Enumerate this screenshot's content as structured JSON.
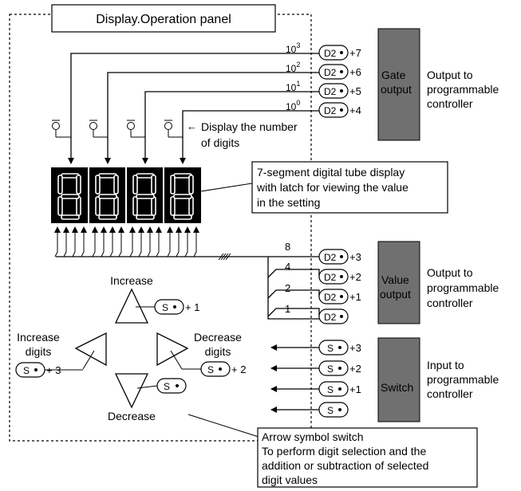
{
  "title": "Display.Operation panel",
  "powers": {
    "p3": {
      "base": "10",
      "exp": "3"
    },
    "p2": {
      "base": "10",
      "exp": "2"
    },
    "p1": {
      "base": "10",
      "exp": "1"
    },
    "p0": {
      "base": "10",
      "exp": "0"
    }
  },
  "gate_terminals": [
    {
      "label": "D2",
      "offset": "+7"
    },
    {
      "label": "D2",
      "offset": "+6"
    },
    {
      "label": "D2",
      "offset": "+5"
    },
    {
      "label": "D2",
      "offset": "+4"
    }
  ],
  "gate_output": {
    "line1": "Gate",
    "line2": "output"
  },
  "gate_desc": {
    "line1": "Output to",
    "line2": "programmable",
    "line3": "controller"
  },
  "digits_note": {
    "line1": "Display the number",
    "line2": "of digits"
  },
  "display_note": {
    "line1": "7-segment digital tube display",
    "line2": "with latch for viewing the value",
    "line3": "in the setting"
  },
  "bits": [
    "8",
    "4",
    "2",
    "1"
  ],
  "value_terminals": [
    {
      "label": "D2",
      "offset": "+3"
    },
    {
      "label": "D2",
      "offset": "+2"
    },
    {
      "label": "D2",
      "offset": "+1"
    },
    {
      "label": "D2",
      "offset": ""
    }
  ],
  "value_output": {
    "line1": "Value",
    "line2": "output"
  },
  "value_desc": {
    "line1": "Output to",
    "line2": "programmable",
    "line3": "controller"
  },
  "switch_terminals": [
    {
      "label": "S",
      "offset": "+3"
    },
    {
      "label": "S",
      "offset": "+2"
    },
    {
      "label": "S",
      "offset": "+1"
    },
    {
      "label": "S",
      "offset": ""
    }
  ],
  "switch_box": {
    "label": "Switch"
  },
  "switch_desc": {
    "line1": "Input to",
    "line2": "programmable",
    "line3": "controller"
  },
  "arrows": {
    "increase": {
      "label": "Increase",
      "terminal": "S",
      "offset": "+ 1"
    },
    "increase_digits": {
      "line1": "Increase",
      "line2": "digits",
      "terminal": "S",
      "offset": "+ 3"
    },
    "decrease_digits": {
      "line1": "Decrease",
      "line2": "digits",
      "terminal": "S",
      "offset": "+ 2"
    },
    "decrease": {
      "label": "Decrease",
      "terminal": "S",
      "offset": ""
    }
  },
  "arrow_note": {
    "line1": "Arrow symbol switch",
    "line2": "To perform digit selection and the",
    "line3": "addition or subtraction of selected",
    "line4": "digit values"
  },
  "display_digits": [
    "8",
    "8",
    "8",
    "8"
  ]
}
